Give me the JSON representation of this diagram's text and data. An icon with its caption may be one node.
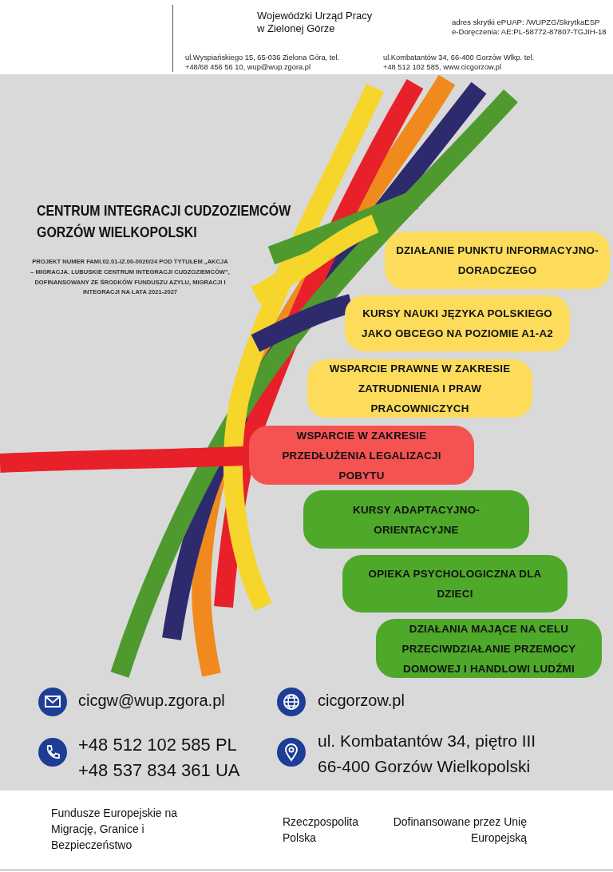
{
  "diagram": {
    "title": "CENTRUM INTEGRACJI CUDZOZIEMCÓW GORZÓW WIELKOPOLSKI",
    "nodes": [
      {
        "text": [
          "DZIAŁANIE PUNKTU INFORMACYJNO-DORADCZEGO"
        ]
      },
      {
        "text": [
          "KURSY NAUKI JĘZYKA POLSKIEGO JAKO OBCEGO NA POZIOMIE A1-A2"
        ]
      },
      {
        "text": [
          "WSPARCIE PRAWNE W ZAKRESIE ZATRUDNIENIA I PRAW PRACOWNICZYCH"
        ]
      },
      {
        "text": [
          "WSPARCIE W ZAKRESIE PRZEDŁUŻENIA LEGALIZACJI POBYTU"
        ]
      },
      {
        "text": [
          "KURSY ADAPTACYJNO-ORIENTACYJNE"
        ]
      },
      {
        "text": [
          "OPIEKA PSYCHOLOGICZNA DLA DZIECI"
        ]
      },
      {
        "text": [
          "DZIAŁANIA MAJĄCE NA CELU PRZECIWDZIAŁANIE PRZEMOCY DOMOWEJ I HANDLOWI LUDŹMI"
        ]
      }
    ],
    "edges": [],
    "labels": [
      "Wojewódzki Urząd Pracy w Zielonej Górze",
      "adres skrytki ePUAP: /WUPZG/SkrytkaESP",
      "e-Doręczenia: AE:PL-58772-87807-TGJIH-18",
      "ul.Wyspiańskiego 15, 65-036 Zielona Góra, tel. +48/68 456 56 10, wup@wup.zgora.pl",
      "ul.Kombatantów 34, 66-400 Gorzów Wlkp. tel. +48 512 102 585, www.cicgorzow.pl",
      "PROJEKT NUMER FAMI.02.01-IZ.00-0020/24 POD TYTUŁEM „AKCJA – MIGRACJA. LUBUSKIE CENTRUM INTEGRACJI CUDZOZIEMCÓW”, DOFINANSOWANY ZE ŚRODKÓW FUNDUSZU AZYLU, MIGRACJI I INTEGRACJI NA LATA 2021-2027",
      "cicgw@wup.zgora.pl",
      "cicgorzow.pl",
      "+48 512 102 585 PL",
      "+48 537 834 361 UA",
      "ul. Kombatantów 34, piętro III",
      "66-400 Gorzów Wielkopolski",
      "Fundusze Europejskie na Migrację, Granice i Bezpieczeństwo",
      "Rzeczpospolita Polska",
      "Dofinansowane przez Unię Europejską"
    ]
  }
}
